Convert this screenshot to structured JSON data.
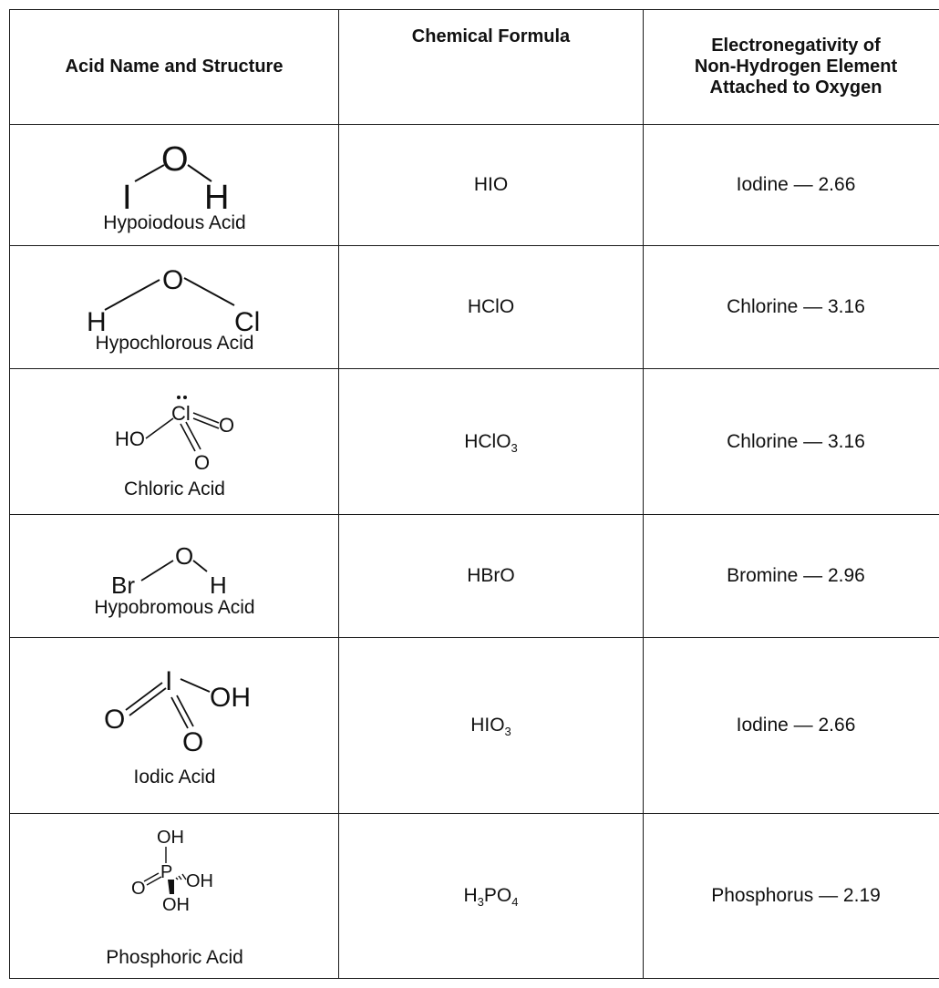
{
  "headers": {
    "col1": "Acid Name and Structure",
    "col2": "Chemical Formula",
    "col3_line1": "Electronegativity of",
    "col3_line2": "Non-Hydrogen Element",
    "col3_line3": "Attached to Oxygen"
  },
  "rows": [
    {
      "name": "Hypoiodous Acid",
      "formula": {
        "main": "HIO",
        "parts": []
      },
      "electronegativity": "Iodine — 2.66",
      "atoms": {
        "a1": "I",
        "a2": "O",
        "a3": "H"
      }
    },
    {
      "name": "Hypochlorous Acid",
      "formula": {
        "main": "HClO",
        "parts": []
      },
      "electronegativity": "Chlorine — 3.16",
      "atoms": {
        "a1": "H",
        "a2": "O",
        "a3": "Cl"
      }
    },
    {
      "name": "Chloric Acid",
      "formula": {
        "p1": "HClO",
        "s1": "3"
      },
      "electronegativity": "Chlorine — 3.16",
      "atoms": {
        "a1": "HO",
        "a2": "Cl",
        "a3": "O",
        "a4": "O"
      }
    },
    {
      "name": "Hypobromous Acid",
      "formula": {
        "main": "HBrO",
        "parts": []
      },
      "electronegativity": "Bromine — 2.96",
      "atoms": {
        "a1": "Br",
        "a2": "O",
        "a3": "H"
      }
    },
    {
      "name": "Iodic Acid",
      "formula": {
        "p1": "HIO",
        "s1": "3"
      },
      "electronegativity": "Iodine — 2.66",
      "atoms": {
        "a1": "O",
        "a2": "I",
        "a3": "OH",
        "a4": "O"
      }
    },
    {
      "name": "Phosphoric Acid",
      "formula": {
        "p1": "H",
        "s1": "3",
        "p2": "PO",
        "s2": "4"
      },
      "electronegativity": "Phosphorus — 2.19",
      "atoms": {
        "a1": "OH",
        "a2": "O",
        "a3": "P",
        "a4": "OH",
        "a5": "OH"
      }
    }
  ]
}
